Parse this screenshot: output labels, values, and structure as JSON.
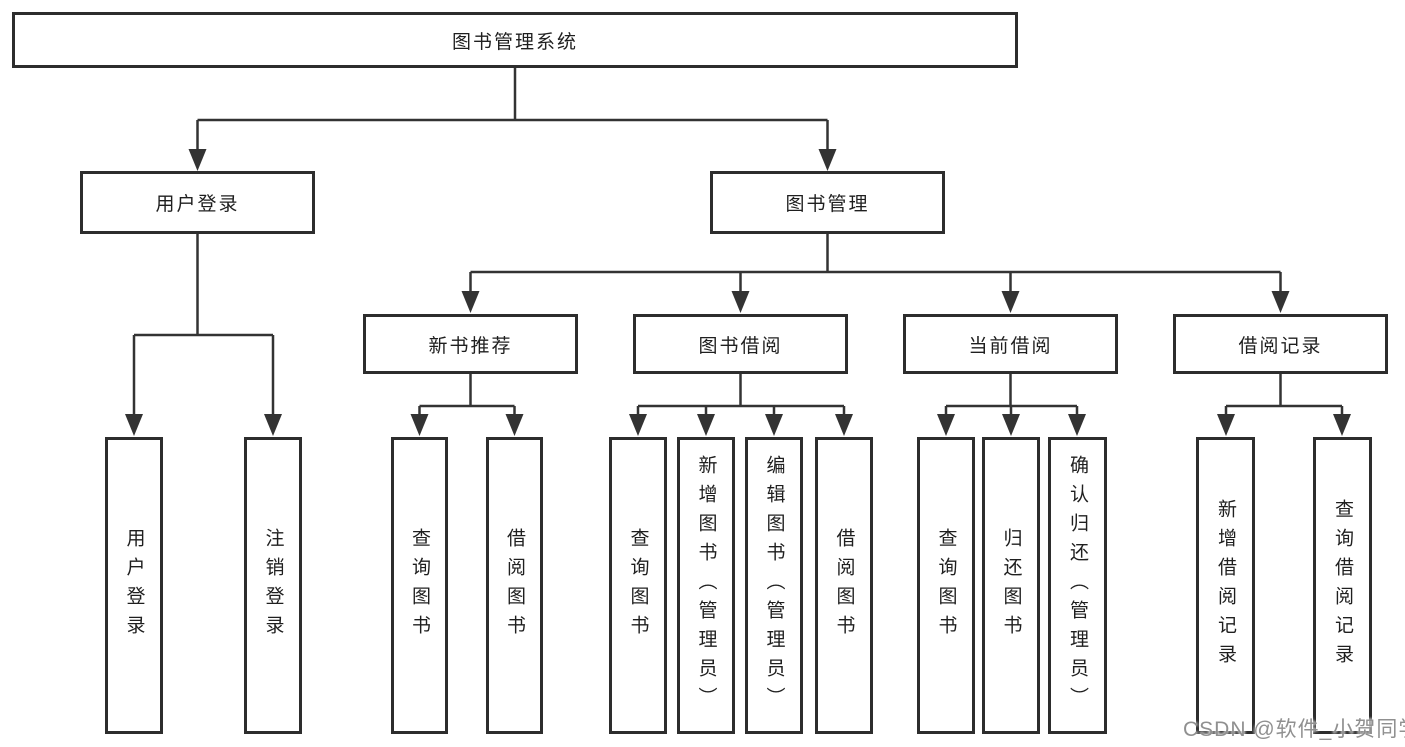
{
  "diagram": {
    "root": {
      "label": "图书管理系统"
    },
    "branches": [
      {
        "label": "用户登录",
        "children": [
          {
            "label": "用户登录"
          },
          {
            "label": "注销登录"
          }
        ]
      },
      {
        "label": "图书管理",
        "children": [
          {
            "label": "新书推荐",
            "children": [
              {
                "label": "查询图书"
              },
              {
                "label": "借阅图书"
              }
            ]
          },
          {
            "label": "图书借阅",
            "children": [
              {
                "label": "查询图书"
              },
              {
                "label": "新增图书（管理员）"
              },
              {
                "label": "编辑图书（管理员）"
              },
              {
                "label": "借阅图书"
              }
            ]
          },
          {
            "label": "当前借阅",
            "children": [
              {
                "label": "查询图书"
              },
              {
                "label": "归还图书"
              },
              {
                "label": "确认归还（管理员）"
              }
            ]
          },
          {
            "label": "借阅记录",
            "children": [
              {
                "label": "新增借阅记录"
              },
              {
                "label": "查询借阅记录"
              }
            ]
          }
        ]
      }
    ]
  },
  "watermark": {
    "text": "CSDN @软件_小贺同学"
  },
  "colors": {
    "line": "#333333",
    "box_border": "#2d2d2d",
    "text": "#1f1f1f",
    "watermark": "#909090",
    "background": "#ffffff"
  }
}
